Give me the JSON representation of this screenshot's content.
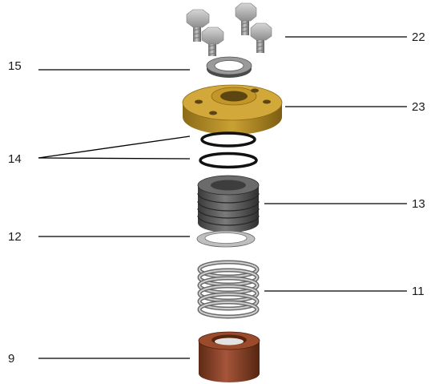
{
  "callouts": {
    "c22": "22",
    "c15": "15",
    "c23": "23",
    "c14": "14",
    "c13": "13",
    "c12": "12",
    "c11": "11",
    "c9": "9"
  },
  "colors": {
    "flange": "#c9a030",
    "bushing": "#8a3f22",
    "packing": "#5c5c5c",
    "steel": "#9a9a9a",
    "oring": "#111111",
    "washer": "#c4c4c4"
  }
}
